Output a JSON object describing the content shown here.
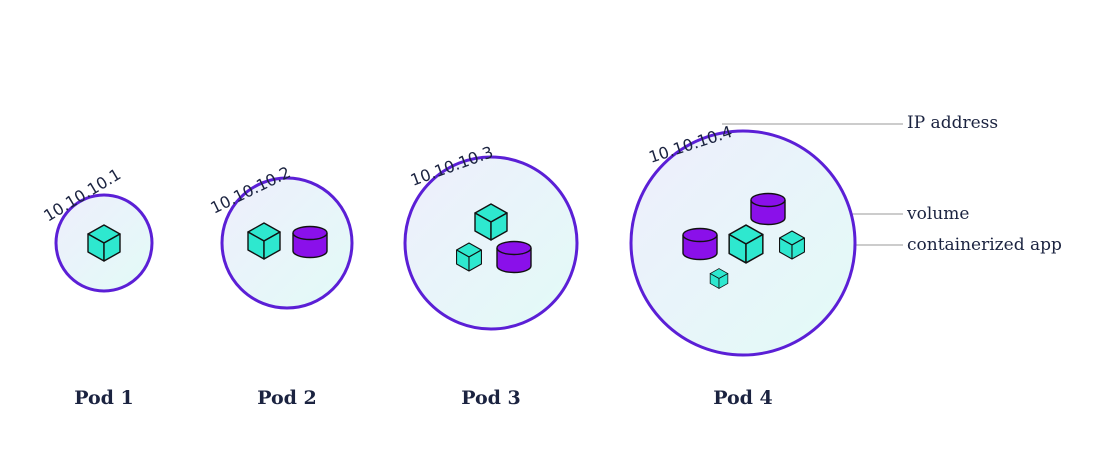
{
  "pods": [
    {
      "name": "Pod 1",
      "ip": "10.10.10.1"
    },
    {
      "name": "Pod 2",
      "ip": "10.10.10.2"
    },
    {
      "name": "Pod 3",
      "ip": "10.10.10.3"
    },
    {
      "name": "Pod 4",
      "ip": "10.10.10.4"
    }
  ],
  "legend": {
    "ip": "IP address",
    "volume": "volume",
    "app": "containerized app"
  },
  "colors": {
    "pod_border": "#5b1fd6",
    "cube": "#2ee8cf",
    "volume": "#8a10ea",
    "leader": "#9a9a9a",
    "text": "#1b2340"
  }
}
